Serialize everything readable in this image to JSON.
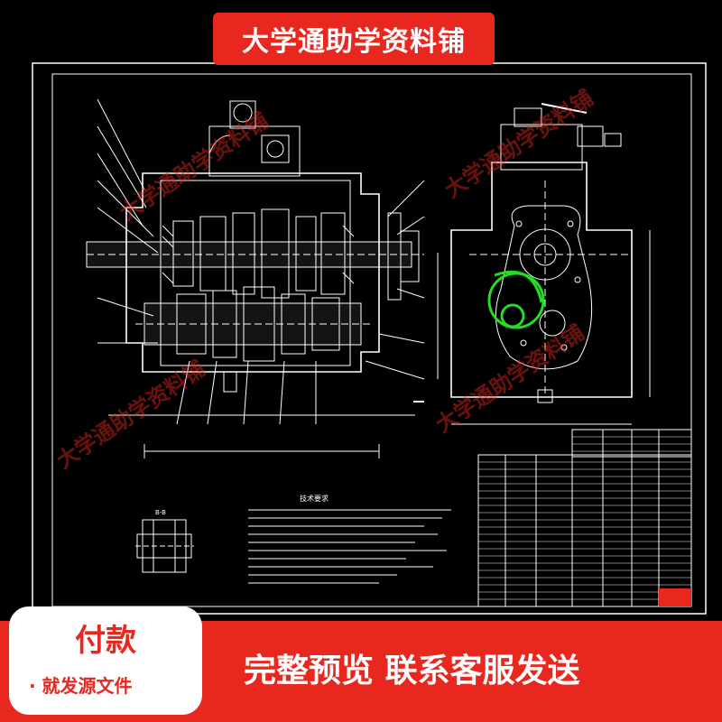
{
  "banner": {
    "title": "大学通助学资料铺"
  },
  "drawing": {
    "watermark": "大学通助学资料铺",
    "section_label": "B-B",
    "tech_requirements_title": "技术要求",
    "line_color": "#ffffff",
    "highlight_color": "#22dd22"
  },
  "footer": {
    "pay_label": "付款",
    "pay_sub": "· 就发源文件",
    "cta": "完整预览 联系客服发送",
    "accent": "#e8271f"
  }
}
